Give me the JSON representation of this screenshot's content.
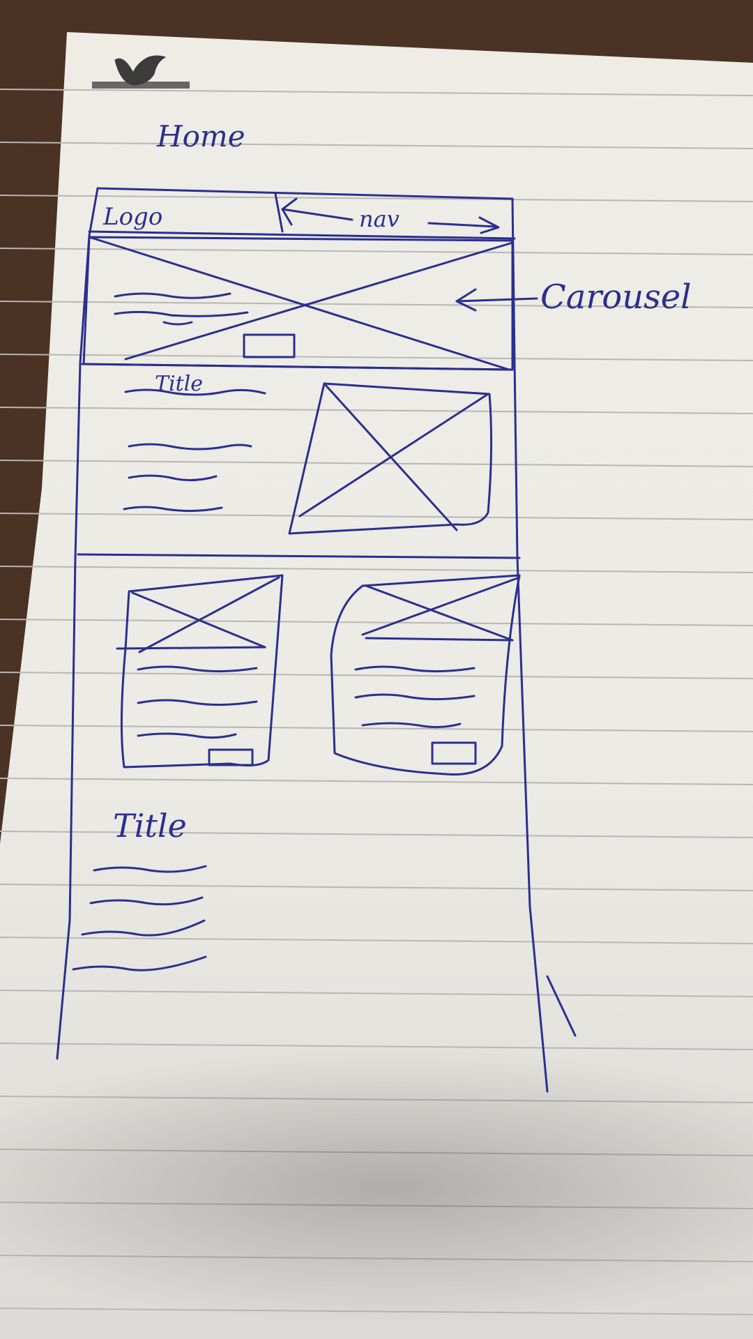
{
  "sketch": {
    "page_title": "Home",
    "header": {
      "logo_label": "Logo",
      "nav_label": "nav"
    },
    "carousel": {
      "annotation": "Carousel"
    },
    "feature_section": {
      "title": "Title"
    },
    "text_section": {
      "title": "Title"
    },
    "notebook_brand_mark": "notebook-logo"
  },
  "colors": {
    "ink": "#2a2f8f",
    "paper": "#eeeae2",
    "desk": "#4a3224",
    "rule_line": "#b9b6b3"
  }
}
